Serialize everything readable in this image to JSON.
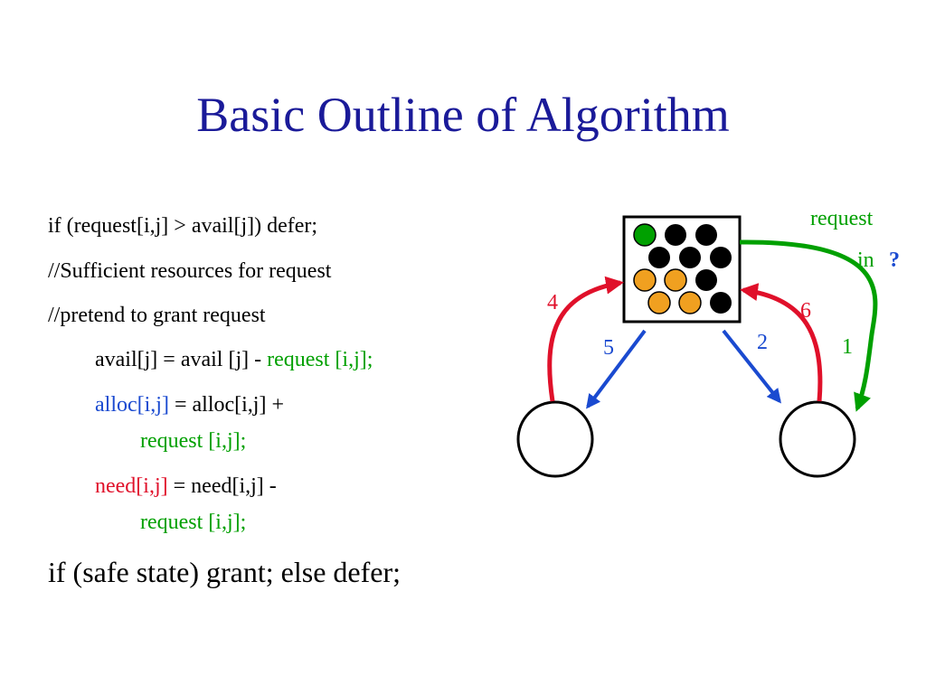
{
  "slide": {
    "title": "Basic Outline of Algorithm",
    "lines": {
      "l1": "if (request[i,j] > avail[j]) defer;",
      "l2": "//Sufficient resources for request",
      "l3": "//pretend to grant request",
      "l4a": "avail[j] = avail [j] - ",
      "l4b": "request [i,j];",
      "l5a": "alloc[i,j]",
      "l5b": " = alloc[i,j] +",
      "l5c": "request [i,j];",
      "l6a": "need[i,j]",
      "l6b": " = need[i,j] -",
      "l6c": "request [i,j];",
      "l7": "if (safe state) grant; else defer;"
    }
  },
  "diagram": {
    "labels": {
      "request": "request",
      "in": "in",
      "question": "?",
      "n1": "1",
      "n2": "2",
      "n4": "4",
      "n5": "5",
      "n6": "6"
    },
    "colors": {
      "green": "#00a000",
      "red": "#e0102a",
      "blue": "#1a4ad0",
      "orange": "#f0a020",
      "black": "#000000"
    }
  }
}
